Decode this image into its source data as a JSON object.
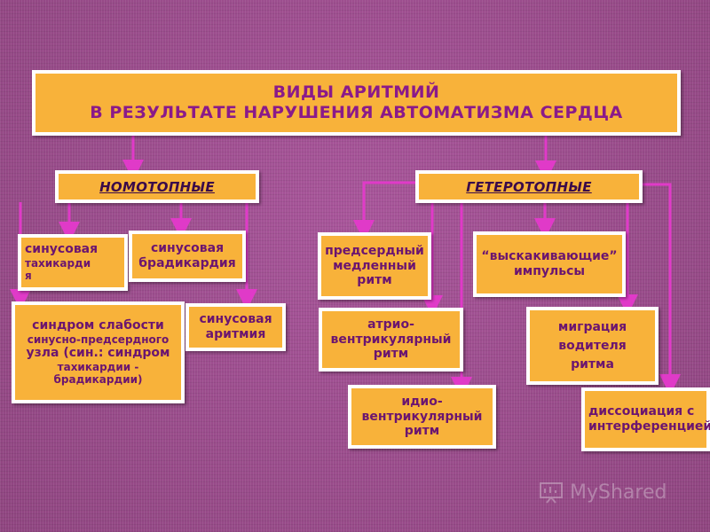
{
  "title": {
    "line1": "ВИДЫ  АРИТМИЙ",
    "line2": "В  РЕЗУЛЬТАТЕ  НАРУШЕНИЯ  АВТОМАТИЗМА  СЕРДЦА"
  },
  "categories": {
    "nomotopic": "НОМОТОПНЫЕ",
    "heterotopic": "ГЕТЕРОТОПНЫЕ"
  },
  "nomotopic_items": {
    "sinus_tachycardia": [
      "синусовая",
      "тахикарди",
      "я"
    ],
    "sinus_bradycardia": [
      "синусовая",
      "брадикардия"
    ],
    "sick_sinus": [
      "синдром слабости",
      "синусно-предсердного",
      "узла (син.: синдром",
      "тахикардии -",
      "брадикардии)"
    ],
    "sinus_arrhythmia": [
      "синусовая",
      "аритмия"
    ]
  },
  "heterotopic_items": {
    "atrial_slow": [
      "предсердный",
      "медленный",
      "ритм"
    ],
    "escape_impulses": [
      "“выскакивающие”",
      "импульсы"
    ],
    "av_rhythm": [
      "атрио-",
      "вентрикулярный",
      "ритм"
    ],
    "pacemaker_migration": [
      "миграция",
      "водителя",
      "ритма"
    ],
    "idioventricular": [
      "идио-",
      "вентрикулярный",
      "ритм"
    ],
    "dissociation": [
      "диссоциация с",
      "интерференцией"
    ]
  },
  "colors": {
    "box_fill": "#f8b23a",
    "text": "#6b1570",
    "arrow": "#e03ac8",
    "background": "#9a4a86"
  },
  "watermark": "MyShared"
}
